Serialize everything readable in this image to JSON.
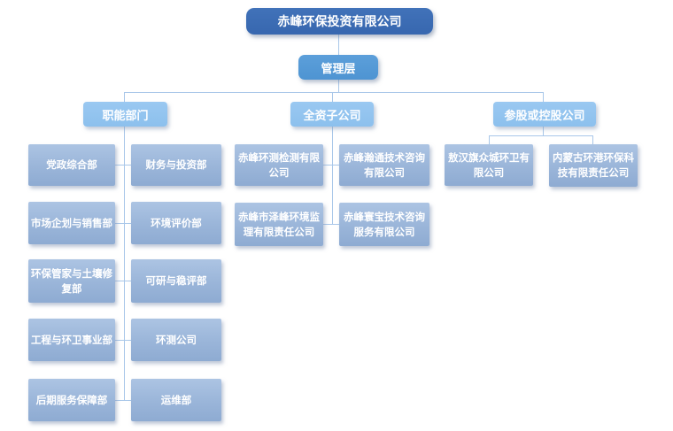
{
  "org_chart": {
    "root_label": "赤峰环保投资有限公司",
    "management_label": "管理层",
    "branches": [
      {
        "label": "职能部门",
        "left_column": [
          "党政综合部",
          "市场企划与销售部",
          "环保管家与土壤修复部",
          "工程与环卫事业部",
          "后期服务保障部"
        ],
        "right_column": [
          "财务与投资部",
          "环境评价部",
          "可研与稳评部",
          "环测公司",
          "运维部"
        ]
      },
      {
        "label": "全资子公司",
        "left_column": [
          "赤峰环测检测有限公司",
          "赤峰市泽峰环境监理有限责任公司"
        ],
        "right_column": [
          "赤峰瀚通技术咨询有限公司",
          "赤峰寰宝技术咨询服务有限公司"
        ]
      },
      {
        "label": "参股或控股公司",
        "children": [
          "敖汉旗众城环卫有限公司",
          "内蒙古环港环保科技有限责任公司"
        ]
      }
    ],
    "colors": {
      "root_box": "#3A6CB5",
      "management_box": "#569BD7",
      "branch_header_box": "#93C4EF",
      "child_box_top": "#ACC4E3",
      "child_box_bottom": "#8EABD2",
      "connector": "#A9C7E9",
      "text": "#FFFFFF",
      "background": "#FFFFFF"
    }
  }
}
